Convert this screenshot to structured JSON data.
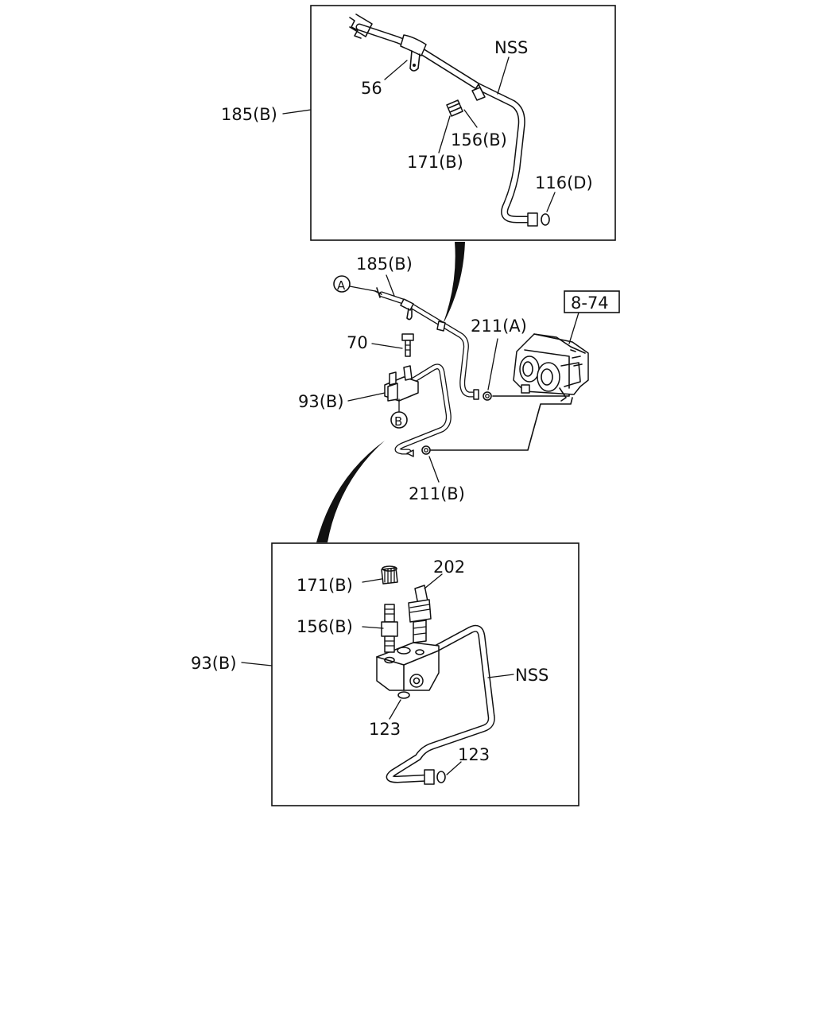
{
  "diagram": {
    "top_inset": {
      "labels": {
        "part_56": "56",
        "nss": "NSS",
        "part_156b": "156(B)",
        "part_171b": "171(B)",
        "part_116d": "116(D)",
        "callout_185b": "185(B)"
      }
    },
    "middle_assembly": {
      "labels": {
        "part_185b": "185(B)",
        "marker_a": "A",
        "marker_b": "B",
        "part_70": "70",
        "part_93b": "93(B)",
        "part_211a": "211(A)",
        "part_211b": "211(B)",
        "ref_8_74": "8-74"
      }
    },
    "bottom_inset": {
      "labels": {
        "part_171b": "171(B)",
        "part_202": "202",
        "part_156b": "156(B)",
        "nss": "NSS",
        "part_123_a": "123",
        "part_123_b": "123",
        "callout_93b": "93(B)"
      }
    }
  }
}
